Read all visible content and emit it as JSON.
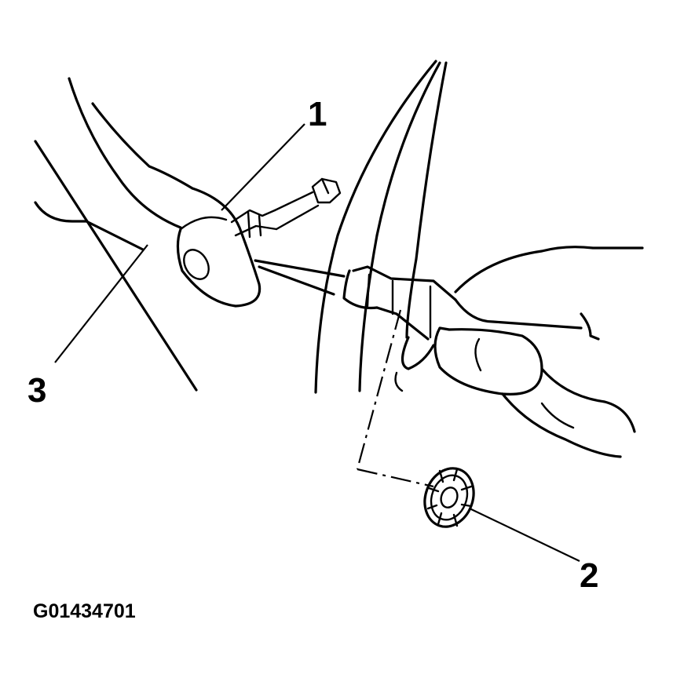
{
  "callouts": [
    {
      "id": "1",
      "label": "1"
    },
    {
      "id": "2",
      "label": "2"
    },
    {
      "id": "3",
      "label": "3"
    }
  ],
  "figure_id": "G01434701",
  "colors": {
    "ink": "#000000",
    "background": "#ffffff"
  }
}
